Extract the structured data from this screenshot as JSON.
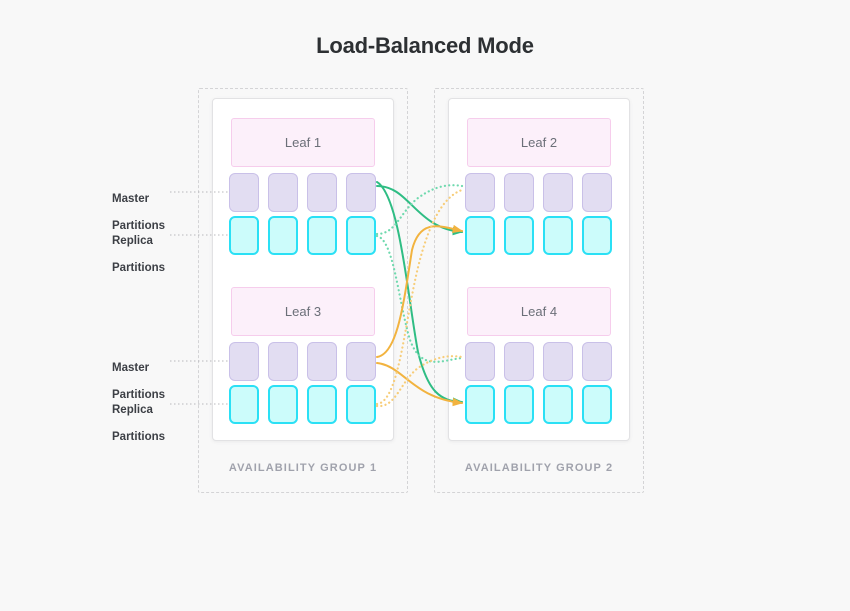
{
  "page": {
    "title": "Load-Balanced Mode",
    "background_color": "#f8f8f8"
  },
  "colors": {
    "title_text": "#2d3033",
    "group_label": "#a0a2ac",
    "side_label": "#3c3f45",
    "leaf_fill": "#fcf0fa",
    "leaf_border": "#f6cdec",
    "leaf_text": "#6b6f78",
    "master_fill": "#e2ddf2",
    "master_border": "#c9c0e8",
    "replica_fill": "#ccfcfb",
    "replica_border": "#2ae0f5",
    "panel_fill": "#ffffff",
    "panel_border": "#e2e2e4",
    "group_dashed_border": "#d4d4d6",
    "wire_green": "#2fbd84",
    "wire_green_light": "#6fd9ae",
    "wire_orange": "#f2b33f",
    "wire_orange_light": "#f7cd79",
    "leader_line": "#b8b8bc"
  },
  "side_labels": [
    {
      "id": "master-top",
      "line1": "Master",
      "line2": "Partitions"
    },
    {
      "id": "replica-top",
      "line1": "Replica",
      "line2": "Partitions"
    },
    {
      "id": "master-bottom",
      "line1": "Master",
      "line2": "Partitions"
    },
    {
      "id": "replica-bottom",
      "line1": "Replica",
      "line2": "Partitions"
    }
  ],
  "availability_groups": [
    {
      "id": "ag1",
      "label": "AVAILABILITY GROUP 1",
      "leaves": [
        {
          "id": "leaf1",
          "name": "Leaf 1",
          "master_partitions": [
            "m1",
            "m2",
            "m3",
            "m4"
          ],
          "replica_partitions": [
            "r1",
            "r2",
            "r3",
            "r4"
          ]
        },
        {
          "id": "leaf3",
          "name": "Leaf 3",
          "master_partitions": [
            "m1",
            "m2",
            "m3",
            "m4"
          ],
          "replica_partitions": [
            "r1",
            "r2",
            "r3",
            "r4"
          ]
        }
      ]
    },
    {
      "id": "ag2",
      "label": "AVAILABILITY GROUP 2",
      "leaves": [
        {
          "id": "leaf2",
          "name": "Leaf 2",
          "master_partitions": [
            "m1",
            "m2",
            "m3",
            "m4"
          ],
          "replica_partitions": [
            "r1",
            "r2",
            "r3",
            "r4"
          ]
        },
        {
          "id": "leaf4",
          "name": "Leaf 4",
          "master_partitions": [
            "m1",
            "m2",
            "m3",
            "m4"
          ],
          "replica_partitions": [
            "r1",
            "r2",
            "r3",
            "r4"
          ]
        }
      ]
    }
  ],
  "replication_links": [
    {
      "id": "link-1",
      "from": "leaf1-master",
      "to": "leaf2-replica",
      "style": "solid",
      "color": "green"
    },
    {
      "id": "link-2",
      "from": "leaf1-master",
      "to": "leaf4-replica",
      "style": "solid",
      "color": "green"
    },
    {
      "id": "link-3",
      "from": "leaf1-replica",
      "to": "leaf2-master",
      "style": "dotted",
      "color": "green"
    },
    {
      "id": "link-4",
      "from": "leaf1-replica",
      "to": "leaf4-master",
      "style": "dotted",
      "color": "green"
    },
    {
      "id": "link-5",
      "from": "leaf3-master",
      "to": "leaf2-replica",
      "style": "solid",
      "color": "orange"
    },
    {
      "id": "link-6",
      "from": "leaf3-master",
      "to": "leaf4-replica",
      "style": "solid",
      "color": "orange"
    },
    {
      "id": "link-7",
      "from": "leaf3-replica",
      "to": "leaf2-master",
      "style": "dotted",
      "color": "orange"
    },
    {
      "id": "link-8",
      "from": "leaf3-replica",
      "to": "leaf4-master",
      "style": "dotted",
      "color": "orange"
    }
  ]
}
